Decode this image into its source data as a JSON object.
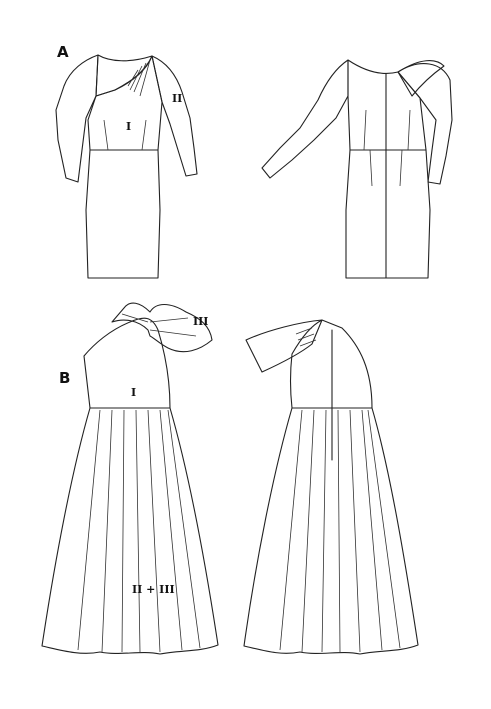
{
  "colors": {
    "outline": "#222222",
    "fill_front": "#ffffff",
    "fill_back": "#c8c8c8",
    "lace_dot": "#444444",
    "background": "#ffffff"
  },
  "views": {
    "a": {
      "label": "A",
      "front_parts": {
        "bodice": "I",
        "sleeve_lace": "II"
      }
    },
    "b": {
      "label": "B",
      "front_parts": {
        "bodice": "I",
        "bow": "III",
        "skirt": "II + III"
      }
    }
  },
  "icons": [
    "lace-texture",
    "zipper-line"
  ]
}
